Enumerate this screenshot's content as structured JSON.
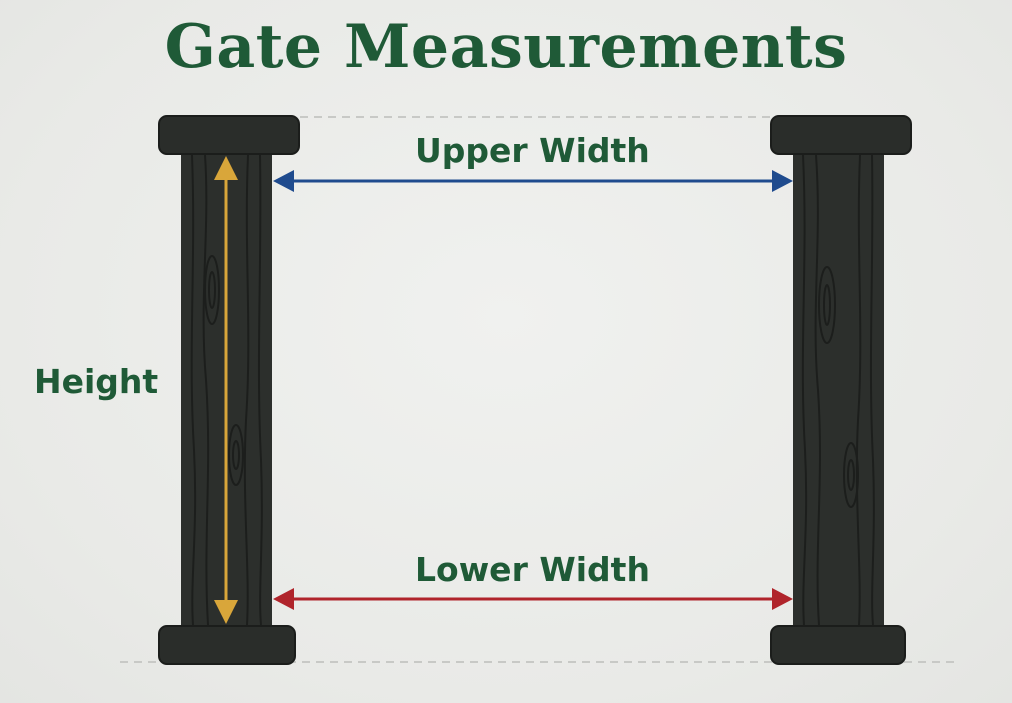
{
  "title": "Gate Measurements",
  "labels": {
    "upper_width": "Upper Width",
    "lower_width": "Lower Width",
    "height": "Height"
  },
  "colors": {
    "title": "#1f5a37",
    "post": "#2b2e2b",
    "post_grain": "#1c1e1c",
    "upper_arrow": "#1f4b8e",
    "lower_arrow": "#b0242b",
    "height_arrow": "#d9a63a",
    "guide_line": "#c4c5c2",
    "background": "#ecedeb"
  }
}
